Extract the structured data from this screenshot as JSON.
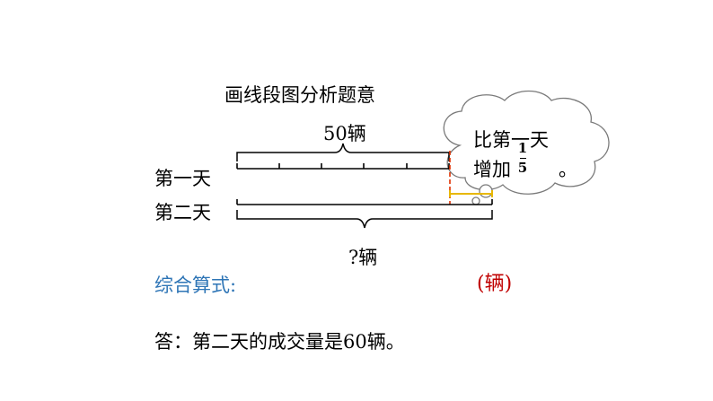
{
  "heading": "画线段图分析题意",
  "diagram": {
    "top_label": "50辆",
    "row1_label": "第一天",
    "row2_label": "第二天",
    "bottom_label": "?辆",
    "colors": {
      "line": "#000000",
      "dashed_marker": "#e03000",
      "extension": "#e8b800"
    }
  },
  "thought_bubble": {
    "line1": "比第一天",
    "line2": "增加",
    "fraction": {
      "numerator": "1",
      "denominator": "5"
    },
    "period": "。"
  },
  "formula": {
    "label": "综合算式:",
    "unit": "(辆)"
  },
  "answer": "答：第二天的成交量是60辆。"
}
